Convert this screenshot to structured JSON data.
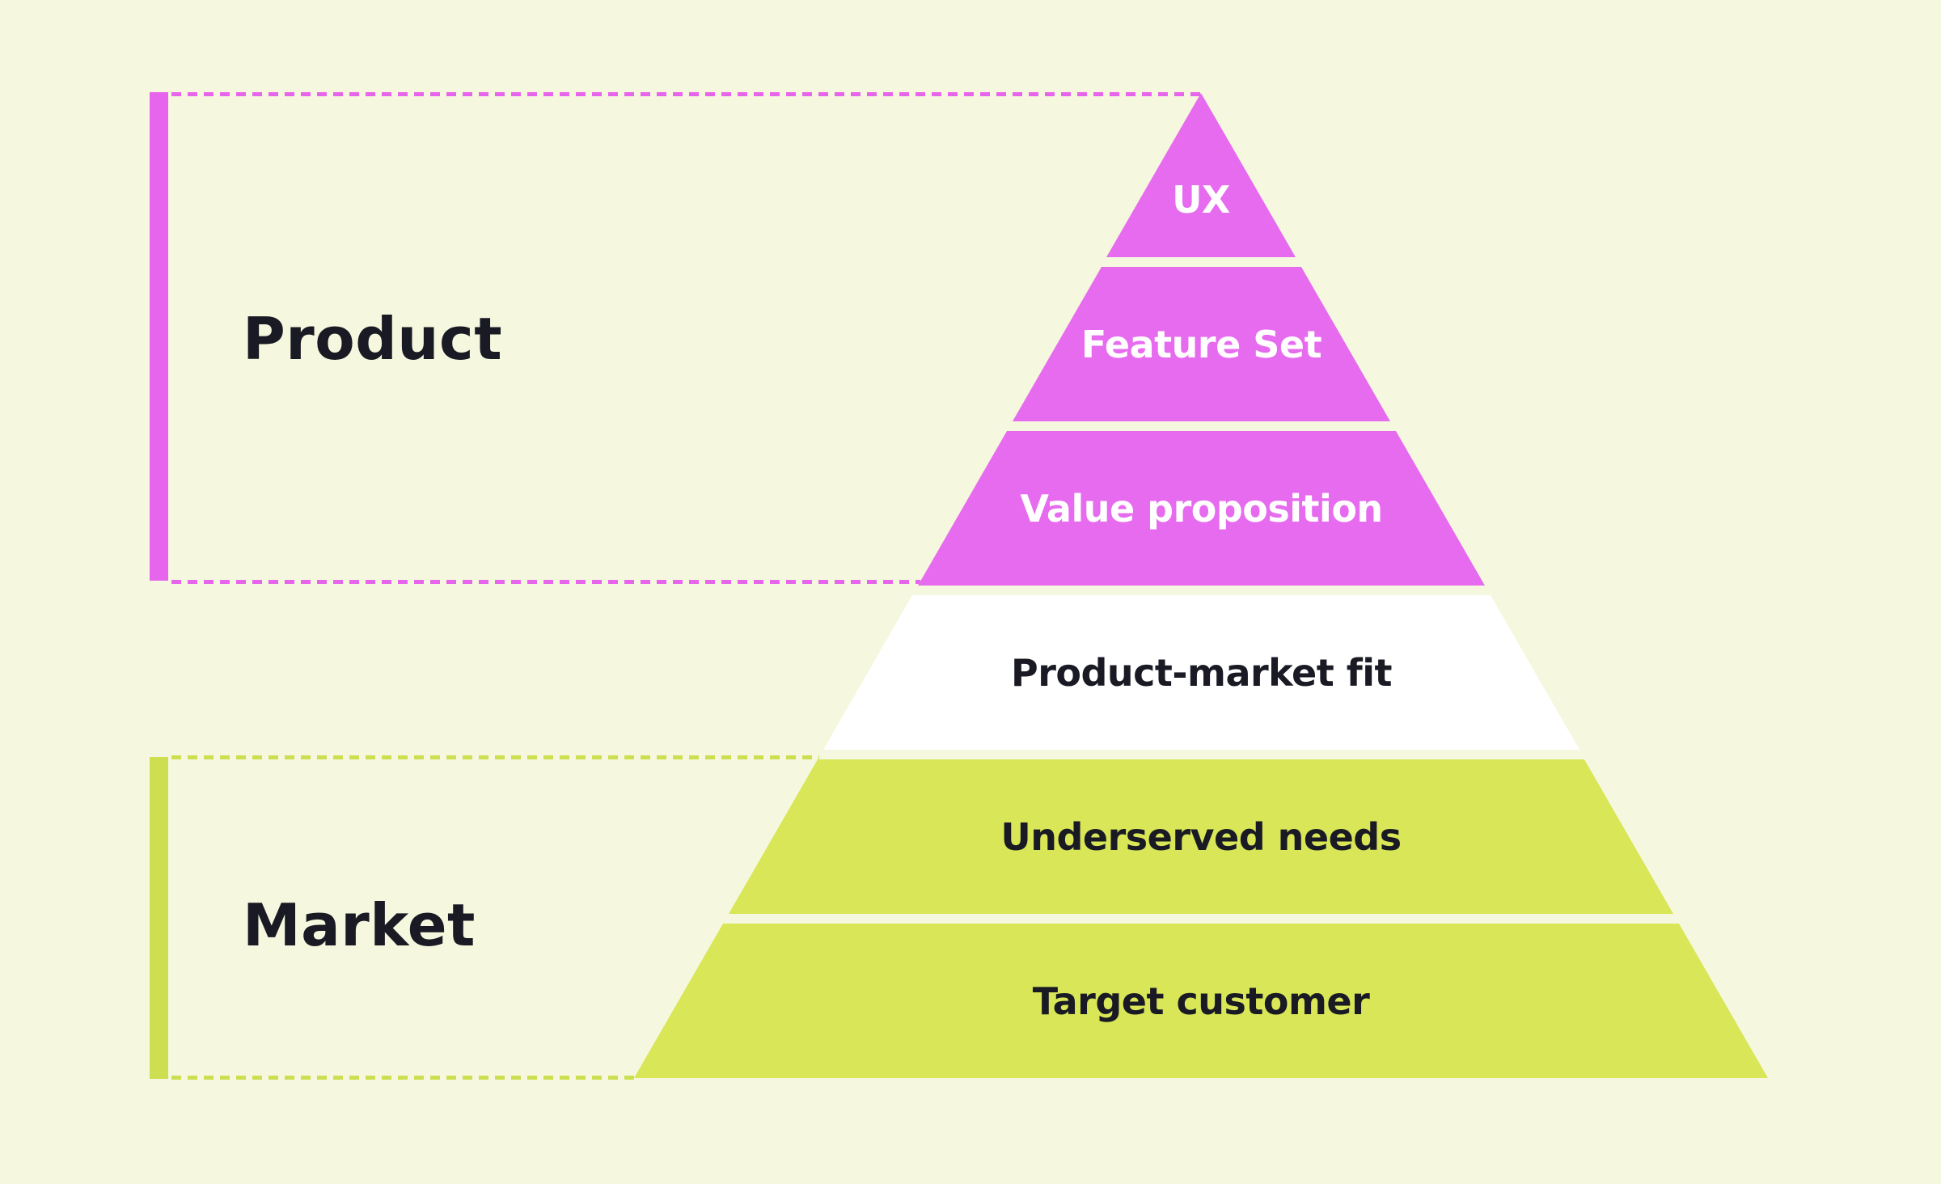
{
  "page": {
    "background_color": "#f5f8de",
    "text_color": "#191a24"
  },
  "groups": {
    "product": {
      "label": "Product",
      "accent": "#e765ec"
    },
    "market": {
      "label": "Market",
      "accent": "#cdde50"
    }
  },
  "pyramid": {
    "layers": [
      {
        "label": "UX",
        "color": "#e76bef",
        "text_color": "#ffffff"
      },
      {
        "label": "Feature Set",
        "color": "#e76bef",
        "text_color": "#ffffff"
      },
      {
        "label": "Value proposition",
        "color": "#e76bef",
        "text_color": "#ffffff"
      },
      {
        "label": "Product-market fit",
        "color": "#ffffff",
        "text_color": "#191a24"
      },
      {
        "label": "Underserved needs",
        "color": "#d8e657",
        "text_color": "#191a24"
      },
      {
        "label": "Target customer",
        "color": "#d8e657",
        "text_color": "#191a24"
      }
    ]
  }
}
